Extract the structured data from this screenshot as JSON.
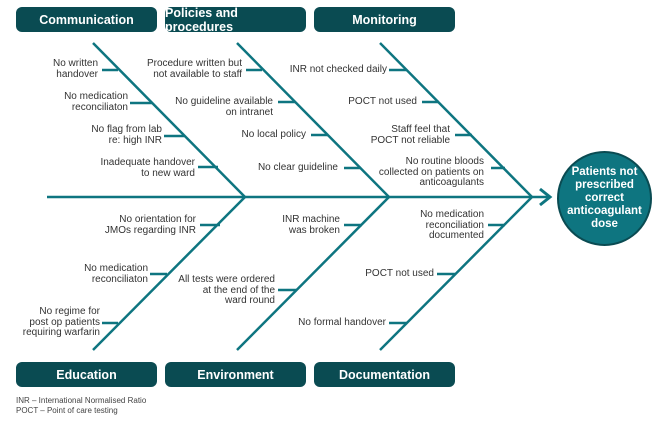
{
  "categories_top": [
    {
      "label": "Communication"
    },
    {
      "label": "Policies and procedures"
    },
    {
      "label": "Monitoring"
    }
  ],
  "categories_bottom": [
    {
      "label": "Education"
    },
    {
      "label": "Environment"
    },
    {
      "label": "Documentation"
    }
  ],
  "effect": "Patients not prescribed correct anticoagulant dose",
  "causes": {
    "communication": [
      "No written\nhandover",
      "No medication\nreconciliaton",
      "No flag from lab\nre: high INR",
      "Inadequate handover\nto new ward"
    ],
    "policies": [
      "Procedure written but\nnot available to staff",
      "No guideline available\non intranet",
      "No local policy",
      "No clear guideline"
    ],
    "monitoring": [
      "INR not checked daily",
      "POCT not used",
      "Staff feel that\nPOCT not reliable",
      "No routine bloods\ncollected on patients on\nanticoagulants"
    ],
    "education": [
      "No orientation for\nJMOs regarding INR",
      "No medication\nreconciliaton",
      "No regime for\npost op patients\nrequiring warfarin"
    ],
    "environment": [
      "INR machine\nwas broken",
      "All tests were ordered\nat the end of the\nward round"
    ],
    "documentation": [
      "No medication\nreconciliation\ndocumented",
      "POCT not used",
      "No formal handover"
    ]
  },
  "footnotes": [
    "INR – International Normalised Ratio",
    "POCT – Point of care testing"
  ],
  "colors": {
    "line": "#0e7580",
    "box": "#0a4b52"
  }
}
